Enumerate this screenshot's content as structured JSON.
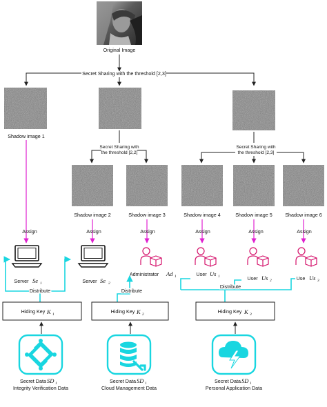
{
  "original": {
    "label": "Original Image"
  },
  "sharing": {
    "top": "Secret Sharing with the threshold [2,3]",
    "mid_line1": "Secret Sharing with",
    "mid_line2": "the threshold [2,2]",
    "right_line1": "Secret Sharing with",
    "right_line2": "the threshold [2,3]"
  },
  "shadows": [
    "Shadow image 1",
    "Shadow image 2",
    "Shadow image 3",
    "Shadow image 4",
    "Shadow image 5",
    "Shadow image 6"
  ],
  "assign_label": "Assign",
  "distribute_label": "Distribute",
  "entities": [
    {
      "name": "Server",
      "sym": "Se",
      "sub": "1"
    },
    {
      "name": "Server",
      "sym": "Se",
      "sub": "2"
    },
    {
      "name": "Administrator",
      "sym": "Ad",
      "sub": "1"
    },
    {
      "name": "User",
      "sym": "Us",
      "sub": "1"
    },
    {
      "name": "User",
      "sym": "Us",
      "sub": "2"
    },
    {
      "name": "Use",
      "sym": "Us",
      "sub": "3"
    }
  ],
  "keys": [
    {
      "label": "Hiding Key",
      "sym": "K",
      "sub": "1"
    },
    {
      "label": "Hiding Key",
      "sym": "K",
      "sub": "2"
    },
    {
      "label": "Hiding Key",
      "sym": "K",
      "sub": "3"
    }
  ],
  "secrets": [
    {
      "line1": "Secret Data",
      "sym": "SD",
      "sub": "1",
      "line2": "Integrity Verification Data"
    },
    {
      "line1": "Secret Data",
      "sym": "SD",
      "sub": "1",
      "line2": "Cloud Management Data"
    },
    {
      "line1": "Secret Data",
      "sym": "SD",
      "sub": "1",
      "line2": "Personal Application Data"
    }
  ],
  "colors": {
    "assign": "#e020d0",
    "distribute": "#19d6e0",
    "user_icon": "#d4106a",
    "noise_bg": "#7a7a7a"
  },
  "icons": [
    "computer-icon",
    "user-box-icon",
    "diamond-chain-icon",
    "database-wrench-icon",
    "cloud-lightning-icon"
  ]
}
